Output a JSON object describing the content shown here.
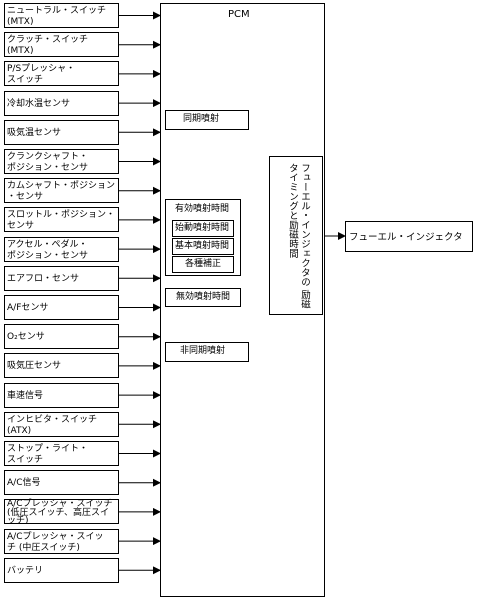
{
  "inputs": [
    {
      "label": "ニュートラル・スイッチ\n(MTX)"
    },
    {
      "label": "クラッチ・スイッチ\n(MTX)"
    },
    {
      "label": "P/Sプレッシャ・\nスイッチ"
    },
    {
      "label": "冷却水温センサ"
    },
    {
      "label": "吸気温センサ"
    },
    {
      "label": "クランクシャフト・\nポジション・センサ"
    },
    {
      "label": "カムシャフト・ポジション\n・センサ"
    },
    {
      "label": "スロットル・ポジション・\nセンサ"
    },
    {
      "label": "アクセル・ペダル・\nポジション・センサ"
    },
    {
      "label": "エアフロ・センサ"
    },
    {
      "label": "A/Fセンサ"
    },
    {
      "label": "O₂センサ"
    },
    {
      "label": "吸気圧センサ"
    },
    {
      "label": "車速信号"
    },
    {
      "label": "インヒビタ・スイッチ\n(ATX)"
    },
    {
      "label": "ストップ・ライト・\nスイッチ"
    },
    {
      "label": "A/C信号"
    },
    {
      "label": "A/Cプレッシャ・スイッチ\n(低圧スイッチ、高圧スイ\nッチ)"
    },
    {
      "label": "A/Cプレッシャ・スイッ\nチ (中圧スイッチ)"
    },
    {
      "label": "バッテリ"
    }
  ],
  "pcm": {
    "title": "PCM"
  },
  "blocks": {
    "sync_injection": "同期噴射",
    "effective_injection_time": "有効噴射時間",
    "start_injection_time": "始動噴射時間",
    "base_injection_time": "基本噴射時間",
    "corrections": "各種補正",
    "ineffective_injection_time": "無効噴射時間",
    "async_injection": "非同期噴射",
    "excitation_timing": "フューエル・インジェクタの\n励磁タイミングと励磁時間"
  },
  "output": {
    "label": "フューエル・インジェクタ"
  }
}
